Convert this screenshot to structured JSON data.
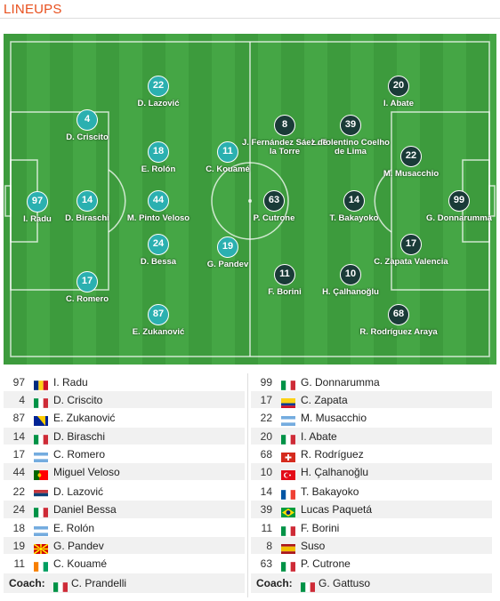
{
  "section_title": "LINEUPS",
  "pitch": {
    "home_players": [
      {
        "number": "97",
        "name": "I. Radu"
      },
      {
        "number": "4",
        "name": "D. Criscito"
      },
      {
        "number": "14",
        "name": "D. Biraschi"
      },
      {
        "number": "17",
        "name": "C. Romero"
      },
      {
        "number": "22",
        "name": "D. Lazović"
      },
      {
        "number": "18",
        "name": "E. Rolón"
      },
      {
        "number": "44",
        "name": "M. Pinto Veloso"
      },
      {
        "number": "24",
        "name": "D. Bessa"
      },
      {
        "number": "87",
        "name": "E. Zukanović"
      },
      {
        "number": "11",
        "name": "C. Kouamé"
      },
      {
        "number": "19",
        "name": "G. Pandev"
      }
    ],
    "away_players": [
      {
        "number": "99",
        "name": "G. Donnarumma"
      },
      {
        "number": "20",
        "name": "I. Abate"
      },
      {
        "number": "22",
        "name": "M. Musacchio"
      },
      {
        "number": "17",
        "name": "C. Zapata Valencia"
      },
      {
        "number": "68",
        "name": "R. Rodríguez Araya"
      },
      {
        "number": "39",
        "name": "L. Tolentino Coelho de Lima"
      },
      {
        "number": "14",
        "name": "T. Bakayoko"
      },
      {
        "number": "10",
        "name": "H. Çalhanoğlu"
      },
      {
        "number": "8",
        "name": "J. Fernández Sáez de la Torre"
      },
      {
        "number": "63",
        "name": "P. Cutrone"
      },
      {
        "number": "11",
        "name": "F. Borini"
      }
    ]
  },
  "home_list": [
    {
      "number": "97",
      "name": "I. Radu",
      "flag": "romania-flag"
    },
    {
      "number": "4",
      "name": "D. Criscito",
      "flag": "italy-flag"
    },
    {
      "number": "87",
      "name": "E. Zukanović",
      "flag": "bosnia-flag"
    },
    {
      "number": "14",
      "name": "D. Biraschi",
      "flag": "italy-flag"
    },
    {
      "number": "17",
      "name": "C. Romero",
      "flag": "argentina-flag"
    },
    {
      "number": "44",
      "name": "Miguel Veloso",
      "flag": "portugal-flag"
    },
    {
      "number": "22",
      "name": "D. Lazović",
      "flag": "serbia-flag"
    },
    {
      "number": "24",
      "name": "Daniel Bessa",
      "flag": "italy-flag"
    },
    {
      "number": "18",
      "name": "E. Rolón",
      "flag": "argentina-flag"
    },
    {
      "number": "19",
      "name": "G. Pandev",
      "flag": "macedonia-flag"
    },
    {
      "number": "11",
      "name": "C. Kouamé",
      "flag": "ivory-coast-flag"
    }
  ],
  "away_list": [
    {
      "number": "99",
      "name": "G. Donnarumma",
      "flag": "italy-flag"
    },
    {
      "number": "17",
      "name": "C. Zapata",
      "flag": "colombia-flag"
    },
    {
      "number": "22",
      "name": "M. Musacchio",
      "flag": "argentina-flag"
    },
    {
      "number": "20",
      "name": "I. Abate",
      "flag": "italy-flag"
    },
    {
      "number": "68",
      "name": "R. Rodríguez",
      "flag": "switzerland-flag"
    },
    {
      "number": "10",
      "name": "H. Çalhanoğlu",
      "flag": "turkey-flag"
    },
    {
      "number": "14",
      "name": "T. Bakayoko",
      "flag": "france-flag"
    },
    {
      "number": "39",
      "name": "Lucas Paquetá",
      "flag": "brazil-flag"
    },
    {
      "number": "11",
      "name": "F. Borini",
      "flag": "italy-flag"
    },
    {
      "number": "8",
      "name": "Suso",
      "flag": "spain-flag"
    },
    {
      "number": "63",
      "name": "P. Cutrone",
      "flag": "italy-flag"
    }
  ],
  "coaches": {
    "label": "Coach:",
    "home": {
      "name": "C. Prandelli",
      "flag": "italy-flag"
    },
    "away": {
      "name": "G. Gattuso",
      "flag": "italy-flag"
    }
  },
  "colors": {
    "accent": "#e8501e",
    "home_marker": "#2bb0b0",
    "away_marker": "#1a3b38",
    "pitch_dark": "#3d9b3d",
    "pitch_light": "#45a645"
  }
}
